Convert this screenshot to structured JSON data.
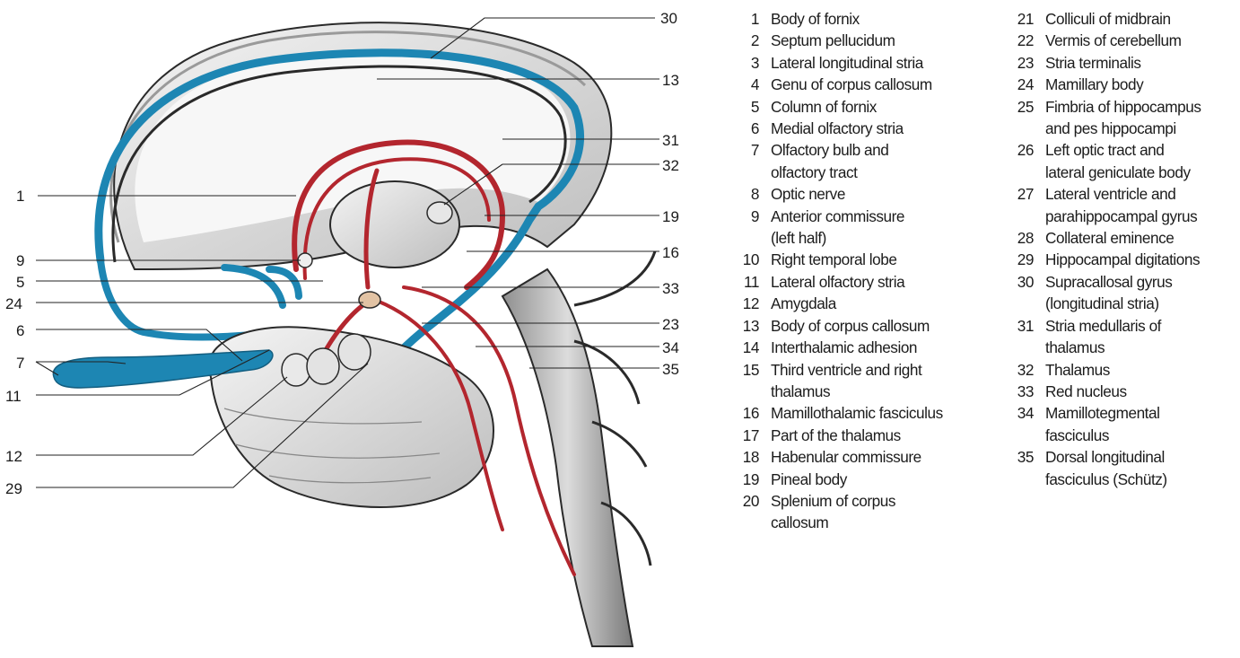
{
  "callouts": {
    "c30": "30",
    "c13": "13",
    "c31": "31",
    "c32": "32",
    "c19": "19",
    "c16": "16",
    "c33": "33",
    "c23": "23",
    "c34": "34",
    "c35": "35",
    "c1": "1",
    "c9": "9",
    "c5": "5",
    "c24": "24",
    "c6": "6",
    "c7": "7",
    "c11": "11",
    "c12": "12",
    "c29": "29"
  },
  "legend": {
    "left": [
      {
        "num": "1",
        "text": "Body of fornix"
      },
      {
        "num": "2",
        "text": "Septum pellucidum"
      },
      {
        "num": "3",
        "text": "Lateral longitudinal stria"
      },
      {
        "num": "4",
        "text": "Genu of corpus callosum"
      },
      {
        "num": "5",
        "text": "Column of fornix"
      },
      {
        "num": "6",
        "text": "Medial olfactory stria"
      },
      {
        "num": "7",
        "text": "Olfactory bulb and\nolfactory tract"
      },
      {
        "num": "8",
        "text": "Optic nerve"
      },
      {
        "num": "9",
        "text": "Anterior commissure\n(left half)"
      },
      {
        "num": "10",
        "text": "Right temporal lobe"
      },
      {
        "num": "11",
        "text": "Lateral olfactory stria"
      },
      {
        "num": "12",
        "text": "Amygdala"
      },
      {
        "num": "13",
        "text": "Body of corpus callosum"
      },
      {
        "num": "14",
        "text": "Interthalamic adhesion"
      },
      {
        "num": "15",
        "text": "Third ventricle and right\nthalamus"
      },
      {
        "num": "16",
        "text": "Mamillothalamic fasciculus"
      },
      {
        "num": "17",
        "text": "Part of the thalamus"
      },
      {
        "num": "18",
        "text": "Habenular commissure"
      },
      {
        "num": "19",
        "text": "Pineal body"
      },
      {
        "num": "20",
        "text": "Splenium of corpus\ncallosum"
      }
    ],
    "right": [
      {
        "num": "21",
        "text": "Colliculi of midbrain"
      },
      {
        "num": "22",
        "text": "Vermis of cerebellum"
      },
      {
        "num": "23",
        "text": "Stria terminalis"
      },
      {
        "num": "24",
        "text": "Mamillary body"
      },
      {
        "num": "25",
        "text": "Fimbria of hippocampus\nand pes hippocampi"
      },
      {
        "num": "26",
        "text": "Left optic tract and\nlateral geniculate body"
      },
      {
        "num": "27",
        "text": "Lateral ventricle and\nparahippocampal gyrus"
      },
      {
        "num": "28",
        "text": "Collateral eminence"
      },
      {
        "num": "29",
        "text": "Hippocampal digitations"
      },
      {
        "num": "30",
        "text": "Supracallosal gyrus\n(longitudinal stria)"
      },
      {
        "num": "31",
        "text": "Stria medullaris of\nthalamus"
      },
      {
        "num": "32",
        "text": "Thalamus"
      },
      {
        "num": "33",
        "text": "Red nucleus"
      },
      {
        "num": "34",
        "text": "Mamillotegmental\nfasciculus"
      },
      {
        "num": "35",
        "text": "Dorsal longitudinal\nfasciculus (Schütz)"
      }
    ]
  },
  "colors": {
    "ventricle_blue": "#1d86b3",
    "fiber_red": "#b3262e",
    "tissue_gray": "#d9d9d9",
    "outline": "#2a2a2a"
  }
}
